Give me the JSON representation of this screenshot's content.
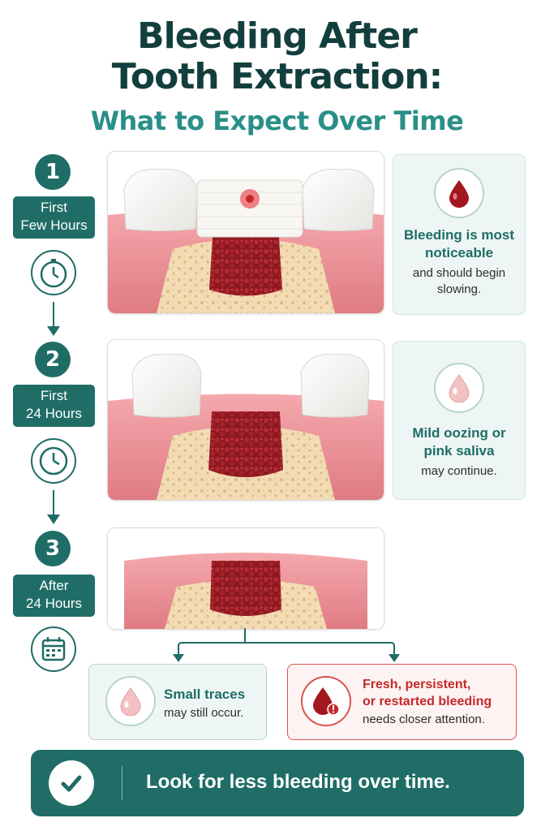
{
  "header": {
    "title_line1": "Bleeding After",
    "title_line2": "Tooth Extraction:",
    "subtitle": "What to Expect Over Time"
  },
  "steps": [
    {
      "number": "1",
      "label_line1": "First",
      "label_line2": "Few Hours",
      "timer_icon": "stopwatch-icon",
      "card_strong_line1": "Bleeding is most",
      "card_strong_line2": "noticeable",
      "card_body_line1": "and should begin",
      "card_body_line2": "slowing.",
      "drop_icon": "blood-drop-dark-icon"
    },
    {
      "number": "2",
      "label_line1": "First",
      "label_line2": "24 Hours",
      "timer_icon": "clock-icon",
      "card_strong_line1": "Mild oozing or",
      "card_strong_line2": "pink saliva",
      "card_body_line1": "may continue.",
      "drop_icon": "blood-drop-light-icon"
    },
    {
      "number": "3",
      "label_line1": "After",
      "label_line2": "24 Hours",
      "timer_icon": "calendar-icon"
    }
  ],
  "outcomes": {
    "minor": {
      "strong": "Small traces",
      "body": "may still occur.",
      "icon": "blood-drop-light-icon"
    },
    "warning": {
      "strong_line1": "Fresh, persistent,",
      "strong_line2": "or restarted bleeding",
      "body": "needs closer attention.",
      "icon": "blood-drop-warning-icon"
    }
  },
  "footer": {
    "message": "Look for less bleeding over time.",
    "icon": "checkmark-icon"
  },
  "colors": {
    "primary": "#1f6d66",
    "title": "#123f3d",
    "subtitle": "#2a8f88",
    "warning": "#c62828",
    "gum": "#e88a90",
    "clot": "#9c1c24"
  }
}
